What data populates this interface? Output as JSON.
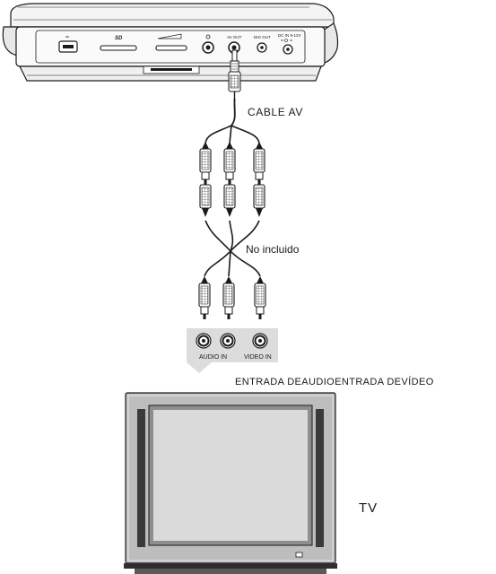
{
  "labels": {
    "cable": "CABLE AV",
    "not_included": "No incluido",
    "inputs": "ENTRADA DEAUDIOENTRADA DEVÍDEO",
    "tv": "TV"
  },
  "player_ports": {
    "sd": "SD",
    "av_out": "AV OUT",
    "dig_out": "DIG OUT",
    "dc_in": "DC IN 9-12V"
  },
  "tv_jacks": {
    "audio_in": "AUDIO IN",
    "video_in": "VIDEO IN"
  },
  "colors": {
    "line": "#1a1a1a",
    "panel": "#dcdcdc",
    "tv_body": "#bdbdbd",
    "screen": "#d9d9d9"
  }
}
